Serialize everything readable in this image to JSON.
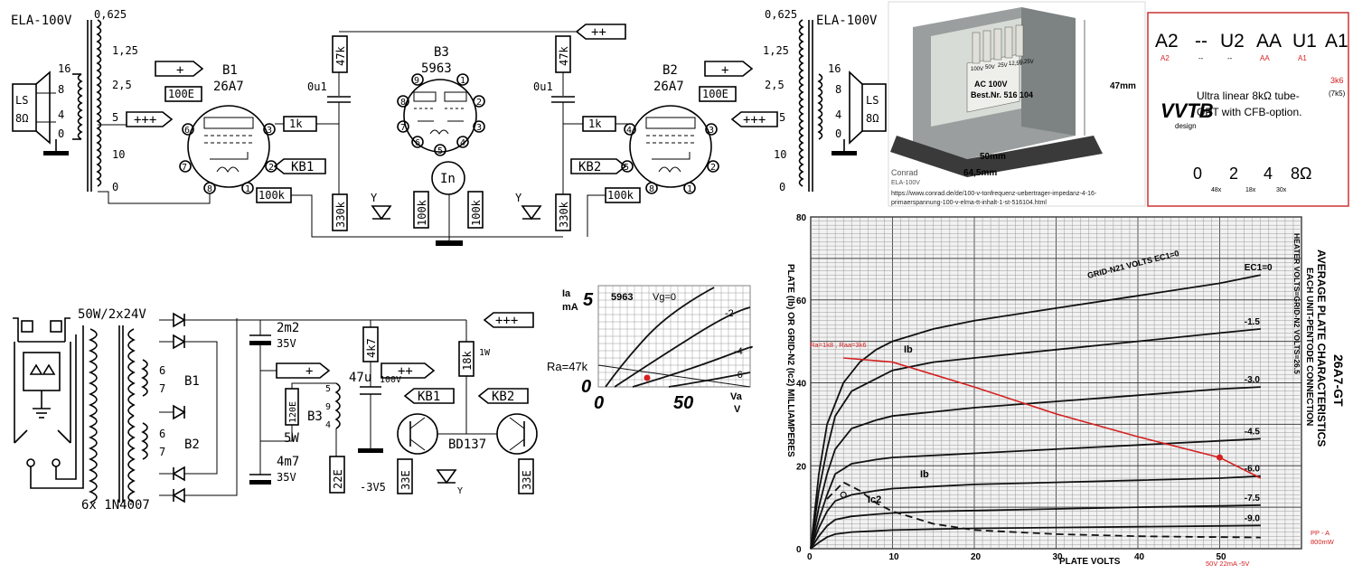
{
  "schematic_top": {
    "left_transformer": {
      "label": "ELA-100V",
      "taps": [
        "0,625",
        "1,25",
        "2,5",
        "5",
        "10",
        "0"
      ],
      "speaker_taps": [
        "16",
        "8",
        "4",
        "0"
      ]
    },
    "right_transformer": {
      "label": "ELA-100V",
      "taps": [
        "0,625",
        "1,25",
        "2,5",
        "5",
        "10",
        "0"
      ],
      "speaker_taps": [
        "16",
        "8",
        "4",
        "0"
      ]
    },
    "speaker_left": {
      "name": "LS",
      "impedance": "8Ω"
    },
    "speaker_right": {
      "name": "LS",
      "impedance": "8Ω"
    },
    "tube_b1": {
      "name": "B1",
      "type": "26A7",
      "pins": [
        "6",
        "3",
        "7",
        "2",
        "8",
        "1"
      ]
    },
    "tube_b2": {
      "name": "B2",
      "type": "26A7",
      "pins": [
        "4",
        "3",
        "5",
        "2",
        "8",
        "1"
      ]
    },
    "tube_b3": {
      "name": "B3",
      "type": "5963",
      "pins": [
        "9",
        "1",
        "8",
        "2",
        "6",
        "3",
        "5",
        "4",
        "7"
      ]
    },
    "rail_labels": {
      "plus": "+",
      "plus_plus": "++",
      "plus_plus_plus": "+++",
      "kb1": "KB1",
      "kb2": "KB2"
    },
    "components": {
      "r_100e": "100E",
      "r_1k": "1k",
      "r_100k": "100k",
      "r_47k": "47k",
      "r_330k": "330k",
      "c_0u1": "0u1",
      "tube_in": "In"
    }
  },
  "schematic_psu": {
    "transformer_label": "50W/2x24V",
    "rectifier_label": "6x 1N4007",
    "heater_b1": "B1",
    "heater_b2": "B2",
    "heater_b3": "B3",
    "heater_pins_b1": [
      "6",
      "7"
    ],
    "heater_pins_b2": [
      "6",
      "7"
    ],
    "heater_pins_b3": [
      "5",
      "9",
      "4"
    ],
    "c_2m2": "2m2",
    "c_2m2_v": "35V",
    "c_4m7": "4m7",
    "c_4m7_v": "35V",
    "r_120e": "120E",
    "r_120e_w": "5W",
    "c_47u": "47u",
    "c_47u_v": "100V",
    "r_4k7": "4k7",
    "r_18k": "18k",
    "r_18k_w": "1W",
    "r_22e": "22E",
    "r_33e_1": "33E",
    "r_33e_2": "33E",
    "transistor_label": "BD137",
    "neg_voltage": "-3V5",
    "rail_plus": "+",
    "rail_plus_plus": "++",
    "rail_plus_plus_plus": "+++",
    "kb1": "KB1",
    "kb2": "KB2"
  },
  "mini_plot": {
    "ylabel": "Ia",
    "yunit": "mA",
    "xlabel": "Va",
    "xunit": "V",
    "title": "5963",
    "vg0": "Vg=0",
    "curve_labels": [
      "-2",
      "-4",
      "-6"
    ],
    "load_label": "Ra=47k",
    "y_ticks": [
      "5",
      "0"
    ],
    "x_ticks": [
      "0",
      "50"
    ]
  },
  "transformer_photo": {
    "plate_line1": "AC 100V",
    "plate_line2": "Best.Nr. 516 104",
    "tap_marks": [
      "100V",
      "50V",
      "25V",
      "12,5V",
      "6,25V"
    ],
    "dim_height": "47mm",
    "dim_width": "50mm",
    "dim_length": "64,5mm",
    "caption_1": "Conrad",
    "caption_2": "ELA-100V",
    "url": "https://www.conrad.de/de/100-v-tonfrequenz-uebertrager-impedanz-4-16-primaerspannung-100-v-elma-tt-inhalt-1-st-516104.html"
  },
  "opt_card": {
    "top_labels": [
      "A2",
      "--",
      "U2",
      "AA",
      "U1",
      "A1"
    ],
    "top_sublabels": [
      "A2",
      "--",
      "AA",
      "--",
      "A1"
    ],
    "ratio_1": "3k6",
    "ratio_2": "(7k5)",
    "logo": "VVTB",
    "logo_sub": "design",
    "desc_line1": "Ultra linear 8kΩ tube-",
    "desc_line2": "OPT with CFB-option.",
    "bottom_labels": [
      "0",
      "2",
      "4",
      "8Ω"
    ],
    "bottom_sublabels": [
      "48x",
      "18x",
      "30x"
    ]
  },
  "pentode_chart": {
    "title": "26A7-GT",
    "subtitle_1": "AVERAGE PLATE CHARACTERISTICS",
    "subtitle_2": "EACH UNIT-PENTODE CONNECTION",
    "heater": "HEATER VOLTS=GRID-N2 VOLTS=26.5",
    "ylabel": "PLATE (Ib) OR GRID-N2 (Ic2) MILLIAMPERES",
    "xlabel": "PLATE VOLTS",
    "x_ticks": [
      "0",
      "10",
      "20",
      "30",
      "40",
      "50"
    ],
    "y_ticks": [
      "0",
      "20",
      "40",
      "60",
      "80"
    ],
    "grid_label": "GRID-N21 VOLTS EC1=0",
    "curve_labels": [
      "-1.5",
      "-3.0",
      "-4.5",
      "-6.0",
      "-7.5",
      "-9.0",
      "EC1=0"
    ],
    "ib_label": "Ib",
    "ic2_label": "Ic2",
    "load_line_label": "Ra=1k8 , Raa=3k6",
    "pp_label_1": "PP - A",
    "pp_label_2": "800mW",
    "operating_point": "50V 22mA -5V",
    "colors": {
      "load_line": "#d42020"
    }
  },
  "chart_data": {
    "type": "line",
    "title": "26A7-GT",
    "xlabel": "PLATE VOLTS",
    "ylabel": "PLATE (Ib) OR GRID-N2 (Ic2) MILLIAMPERES",
    "xlim": [
      0,
      60
    ],
    "ylim": [
      0,
      80
    ],
    "grid": true,
    "series": [
      {
        "name": "EC1=0",
        "x": [
          0,
          1,
          2,
          4,
          6,
          8,
          10,
          15,
          20,
          30,
          40,
          50,
          55
        ],
        "y": [
          0,
          18,
          30,
          40,
          45,
          48,
          50,
          53,
          55,
          58,
          61,
          64,
          66
        ]
      },
      {
        "name": "-1.5",
        "x": [
          0,
          1,
          2,
          3,
          5,
          8,
          10,
          15,
          20,
          30,
          40,
          50,
          55
        ],
        "y": [
          0,
          14,
          24,
          32,
          38,
          41,
          43,
          45,
          46,
          48,
          50,
          52,
          53
        ]
      },
      {
        "name": "-3.0",
        "x": [
          0,
          1,
          2,
          3,
          5,
          8,
          10,
          15,
          20,
          30,
          40,
          50,
          55
        ],
        "y": [
          0,
          10,
          18,
          24,
          29,
          31,
          32,
          33,
          34,
          35.5,
          37,
          38.5,
          39
        ]
      },
      {
        "name": "-4.5",
        "x": [
          0,
          1,
          2,
          3,
          5,
          8,
          10,
          15,
          20,
          30,
          40,
          50,
          55
        ],
        "y": [
          0,
          7,
          13,
          18,
          20.5,
          21.5,
          22,
          22.5,
          23,
          24,
          25,
          26,
          26.5
        ]
      },
      {
        "name": "-6.0",
        "x": [
          0,
          1,
          2,
          3,
          5,
          8,
          10,
          15,
          20,
          30,
          40,
          50,
          55
        ],
        "y": [
          0,
          5,
          9,
          11.5,
          13,
          14,
          14.5,
          15,
          15.5,
          16,
          16.5,
          17,
          17.5
        ]
      },
      {
        "name": "-7.5",
        "x": [
          0,
          1,
          2,
          3,
          5,
          8,
          10,
          15,
          20,
          30,
          40,
          50,
          55
        ],
        "y": [
          0,
          3,
          5.5,
          7,
          7.8,
          8.3,
          8.6,
          9,
          9.2,
          9.6,
          10,
          10.3,
          10.5
        ]
      },
      {
        "name": "-9.0",
        "x": [
          0,
          1,
          2,
          3,
          5,
          8,
          10,
          15,
          20,
          30,
          40,
          50,
          55
        ],
        "y": [
          0,
          1.5,
          2.8,
          3.5,
          4,
          4.3,
          4.5,
          4.7,
          4.9,
          5.1,
          5.3,
          5.5,
          5.6
        ]
      },
      {
        "name": "Ic2",
        "x": [
          2,
          4,
          6,
          8,
          10,
          15,
          20,
          30,
          40,
          50,
          55
        ],
        "y": [
          12,
          16,
          14,
          11,
          9,
          6,
          4.5,
          3.5,
          3,
          2.8,
          2.7
        ]
      },
      {
        "name": "Ra=1k8 , Raa=3k6",
        "x": [
          4,
          10,
          20,
          30,
          40,
          50,
          55
        ],
        "y": [
          46,
          45,
          39,
          32.5,
          27,
          22,
          17
        ]
      }
    ]
  }
}
